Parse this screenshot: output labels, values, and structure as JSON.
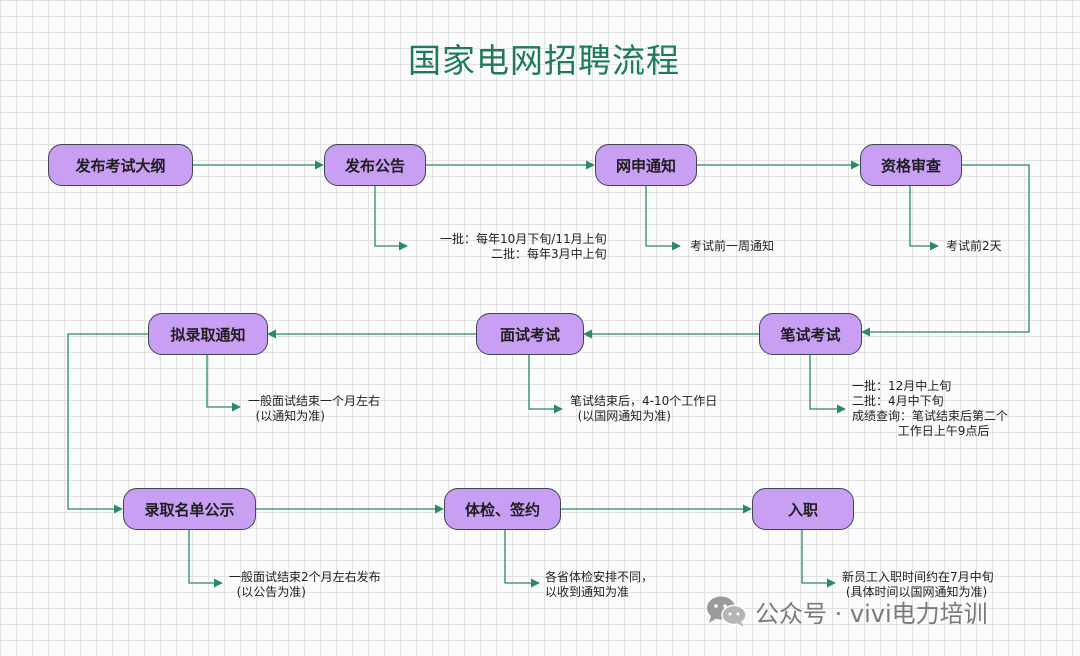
{
  "title": "国家电网招聘流程",
  "nodes": {
    "n1": "发布考试大纲",
    "n2": "发布公告",
    "n3": "网申通知",
    "n4": "资格审查",
    "n5": "笔试考试",
    "n6": "面试考试",
    "n7": "拟录取通知",
    "n8": "录取名单公示",
    "n9": "体检、签约",
    "n10": "入职"
  },
  "notes": {
    "n2": "一批：每年10月下旬/11月上旬\n二批：每年3月中上旬",
    "n3": "考试前一周通知",
    "n4": "考试前2天",
    "n5": "一批：12月中上旬\n二批：4月中下旬\n成绩查询：笔试结束后第二个\n            工作日上午9点后",
    "n6": "笔试结束后，4-10个工作日\n  (以国网通知为准)",
    "n7": "一般面试结束一个月左右\n  (以通知为准)",
    "n8": "一般面试结束2个月左右发布\n  (以公告为准)",
    "n9": "各省体检安排不同，\n以收到通知为准",
    "n10": "新员工入职时间约在7月中旬\n (具体时间以国网通知为准)"
  },
  "watermark": "公众号 · vivi电力培训",
  "colors": {
    "node_fill": "#c89ff3",
    "connector": "#2a8a63",
    "title": "#1e7b5a"
  }
}
